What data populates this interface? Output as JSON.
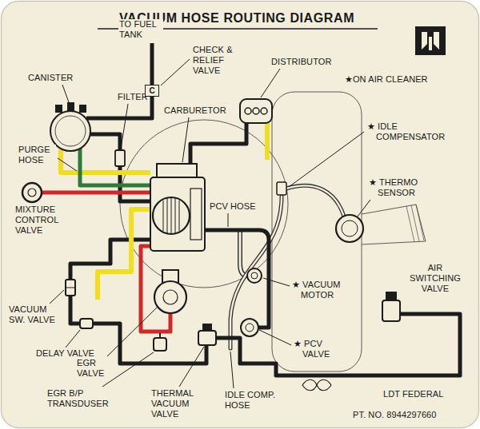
{
  "diagram": {
    "title": "VACUUM HOSE ROUTING DIAGRAM",
    "nodes": [
      {
        "text": [
          "C"
        ]
      }
    ],
    "labels": [
      "TO FUEL TANK",
      "CHECK & RELIEF VALVE",
      "CANISTER",
      "DISTRIBUTOR",
      "★ON AIR CLEANER",
      "FILTER",
      "CARBURETOR",
      "★ IDLE COMPENSATOR",
      "PURGE HOSE",
      "★ THERMO SENSOR",
      "MIXTURE CONTROL VALVE",
      "PCV HOSE",
      "★ VACUUM MOTOR",
      "AIR SWITCHING VALVE",
      "VACUUM SW. VALVE",
      "DELAY VALVE",
      "★ PCV VALVE",
      "EGR VALVE",
      "EGR B/P TRANSDUSER",
      "THERMAL VACUUM VALVE",
      "IDLE COMP. HOSE",
      "LDT FEDERAL",
      "PT. NO. 8944297660"
    ]
  }
}
